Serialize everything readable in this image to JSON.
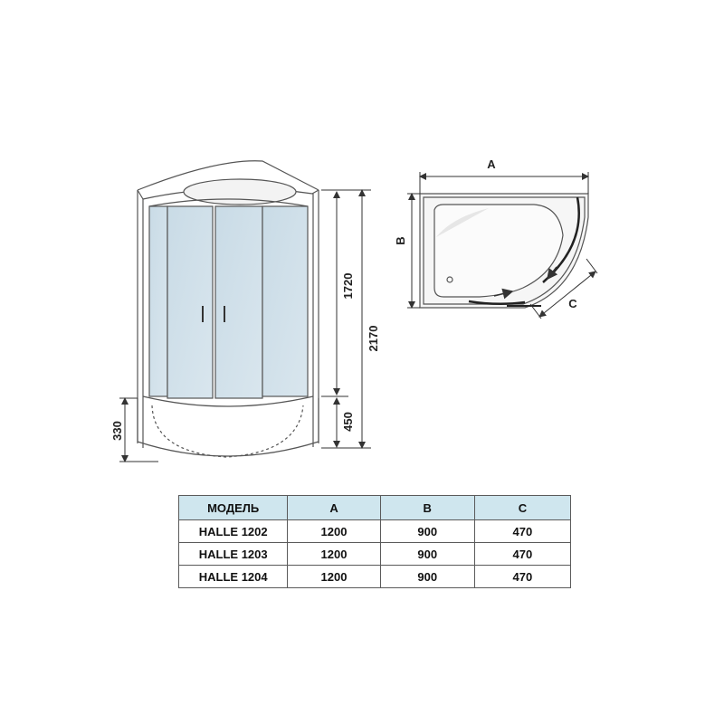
{
  "dimensions": {
    "front": {
      "total_height": "2170",
      "glass_height": "1720",
      "tray_height": "450",
      "tray_depth": "330"
    },
    "plan": {
      "width": "A",
      "depth": "B",
      "door": "C"
    }
  },
  "table": {
    "headers": [
      "МОДЕЛЬ",
      "A",
      "B",
      "C"
    ],
    "rows": [
      [
        "HALLE 1202",
        "1200",
        "900",
        "470"
      ],
      [
        "HALLE 1203",
        "1200",
        "900",
        "470"
      ],
      [
        "HALLE 1204",
        "1200",
        "900",
        "470"
      ]
    ],
    "header_color": "#cfe6ee"
  }
}
